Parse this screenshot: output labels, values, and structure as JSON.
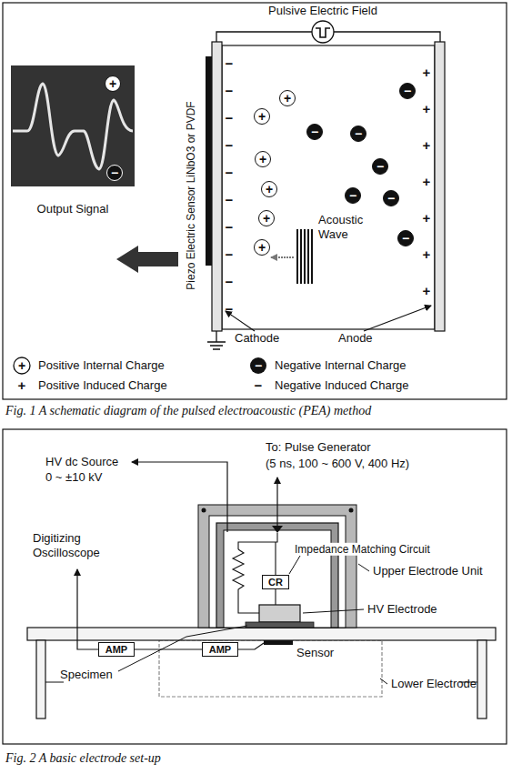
{
  "diagram": {
    "nodes": [
      {
        "text": [
          "Output Signal"
        ]
      },
      {
        "text": [
          "+"
        ],
        "in": 0
      },
      {
        "text": [
          "−"
        ],
        "in": 0
      },
      {
        "text": [
          "+"
        ]
      },
      {
        "text": [
          "+"
        ]
      },
      {
        "text": [
          "+"
        ]
      },
      {
        "text": [
          "+"
        ]
      },
      {
        "text": [
          "+"
        ]
      },
      {
        "text": [
          "+"
        ]
      },
      {
        "text": [
          "−"
        ]
      },
      {
        "text": [
          "−"
        ]
      },
      {
        "text": [
          "−"
        ]
      },
      {
        "text": [
          "−"
        ]
      },
      {
        "text": [
          "−"
        ]
      },
      {
        "text": [
          "−"
        ]
      },
      {
        "text": [
          "−"
        ]
      },
      {
        "text": [
          "CR"
        ]
      },
      {
        "text": [
          "AMP"
        ]
      },
      {
        "text": [
          "AMP"
        ]
      }
    ],
    "edges": [
      {
        "from": 17,
        "to": 18,
        "arrow": "none"
      }
    ],
    "labels": [
      "Pulsive Electric Field",
      "Piezo Electric Sensor LiNbO3 or PVDF",
      "Acoustic Wave",
      "Cathode",
      "Anode",
      "−",
      "−",
      "−",
      "−",
      "−",
      "−",
      "−",
      "−",
      "−",
      "−",
      "+",
      "+",
      "+",
      "+",
      "+",
      "+",
      "+",
      "+",
      "−",
      "+",
      "−",
      "Fig. 1 A schematic diagram of the pulsed electroacoustic (PEA) method",
      "HV dc Source",
      "0 ~ ±10 kV",
      "To: Pulse Generator",
      "(5 ns, 100 ~ 600 V, 400 Hz)",
      "Impedance Matching Circuit",
      "Upper Electrode Unit",
      "Digitizing Oscilloscope",
      "HV Electrode",
      "Specimen",
      "Sensor",
      "Lower Electrode",
      "Fig. 2 A basic electrode set-up"
    ],
    "legend": [
      {
        "text": "Positive Internal Charge"
      },
      {
        "text": "Negative Internal Charge"
      },
      {
        "text": "Positive Induced Charge"
      },
      {
        "text": "Negative Induced Charge"
      }
    ]
  }
}
